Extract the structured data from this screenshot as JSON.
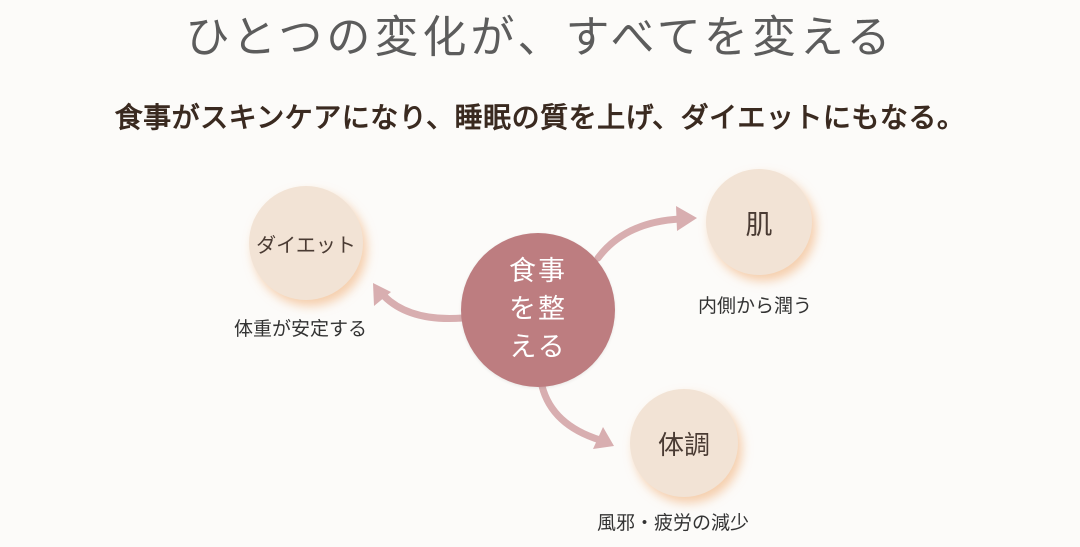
{
  "title": "ひとつの変化が、すべてを変える",
  "subtitle": "食事がスキンケアになり、睡眠の質を上げ、ダイエットにもなる。",
  "center": {
    "label": "食事を整える"
  },
  "outcomes": {
    "diet": {
      "label": "ダイエット",
      "caption": "体重が安定する"
    },
    "skin": {
      "label": "肌",
      "caption": "内側から潤う"
    },
    "body": {
      "label": "体調",
      "caption": "風邪・疲労の減少"
    }
  },
  "colors": {
    "center_fill": "#bd7d80",
    "outcome_fill": "#f2e3d5",
    "arrow": "#d8aeb0",
    "title_text": "#5c5c5c",
    "subtitle_text": "#3a2a20"
  }
}
